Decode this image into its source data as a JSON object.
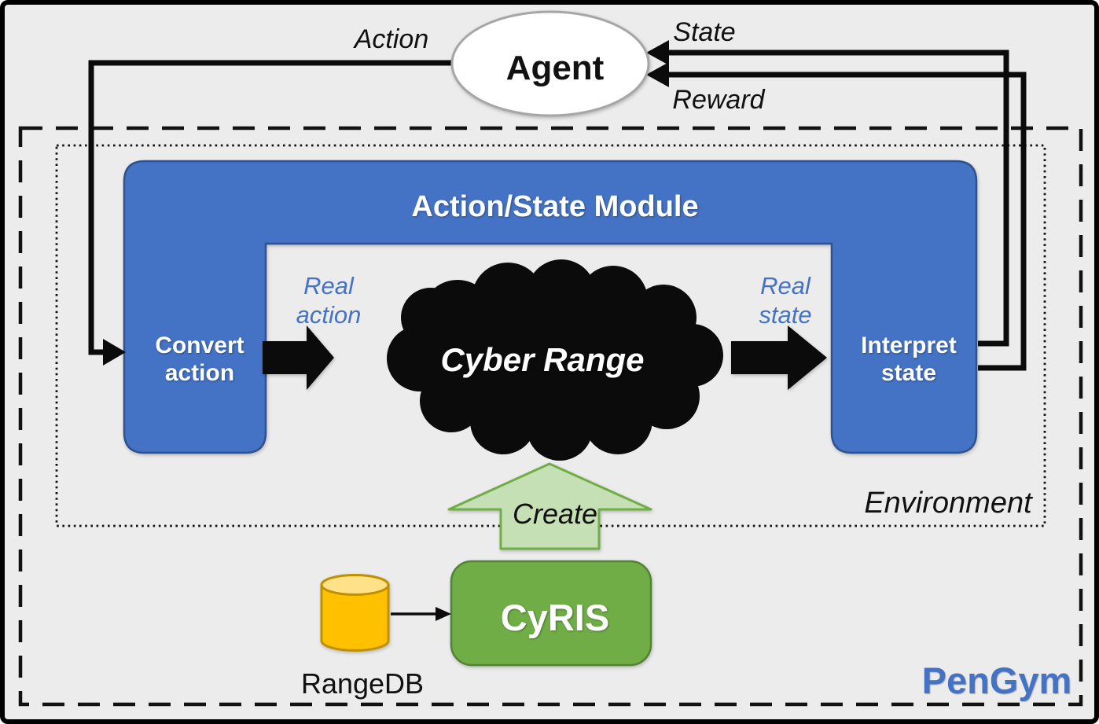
{
  "agent": {
    "label": "Agent"
  },
  "flows": {
    "action": "Action",
    "state": "State",
    "reward": "Reward",
    "real_action": "Real action",
    "real_state": "Real state",
    "create": "Create"
  },
  "module": {
    "title": "Action/State Module",
    "convert_action": "Convert action",
    "interpret_state": "Interpret state"
  },
  "cyber_range": {
    "label": "Cyber Range"
  },
  "cyris": {
    "label": "CyRIS"
  },
  "rangedb": {
    "label": "RangeDB"
  },
  "containers": {
    "environment": "Environment",
    "pengym": "PenGym"
  },
  "colors": {
    "background": "#ECECEC",
    "module_blue": "#4472C4",
    "module_border": "#2F528F",
    "accent_text_blue": "#4472C4",
    "pengym_blue": "#4472C4",
    "cyris_green": "#70AD47",
    "cyris_border": "#548235",
    "create_arrow_fill": "#C5E0B4",
    "create_arrow_border": "#70AD47",
    "rangedb_yellow": "#FFC000",
    "rangedb_top_yellow": "#FFE18A",
    "rangedb_border": "#BF9000",
    "cloud_black": "#0b0b0b",
    "agent_ellipse_border": "#A6A6A6",
    "connector_black": "#0b0b0b"
  }
}
